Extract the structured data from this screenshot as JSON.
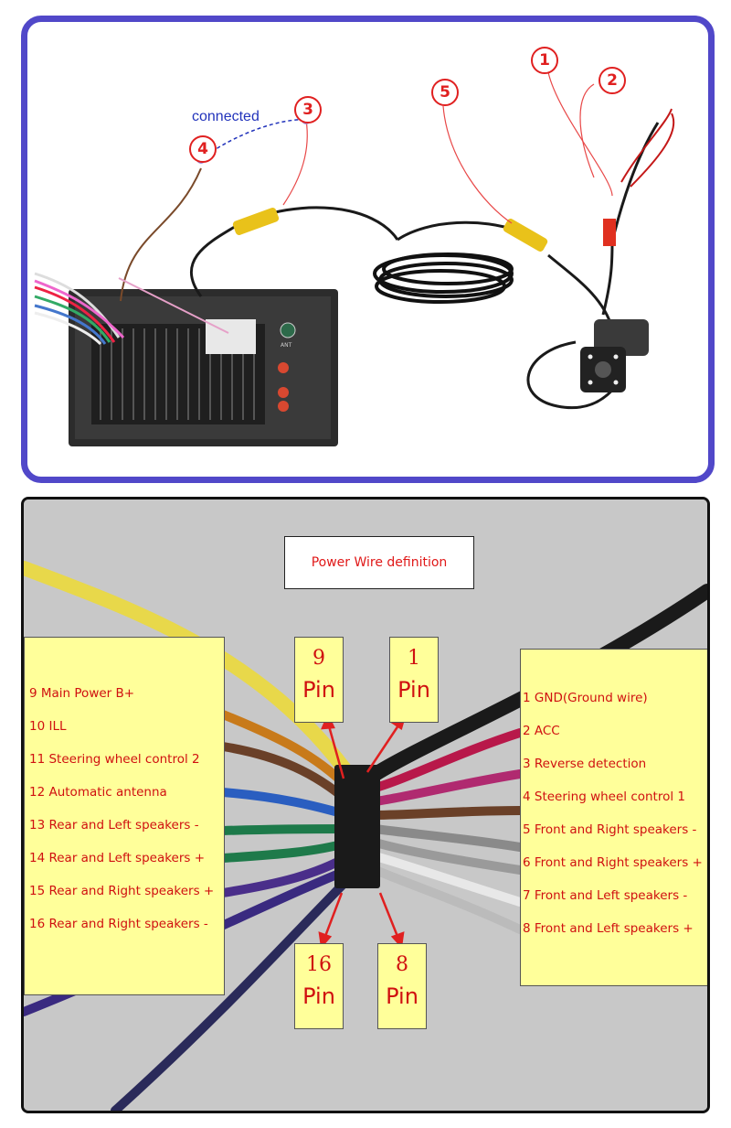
{
  "wiring_photo": {
    "connected_label": "connected",
    "callouts": [
      "1",
      "2",
      "3",
      "4",
      "5"
    ],
    "radio_labels": {
      "ant": "ANT"
    }
  },
  "power_wire": {
    "title": "Power Wire definition",
    "pins": [
      {
        "num": "9",
        "label": "Pin"
      },
      {
        "num": "1",
        "label": "Pin"
      },
      {
        "num": "16",
        "label": "Pin"
      },
      {
        "num": "8",
        "label": "Pin"
      }
    ],
    "left_definitions": [
      "9 Main Power B+",
      "10 ILL",
      "11 Steering wheel control 2",
      "12 Automatic antenna",
      "13 Rear and Left speakers -",
      "14 Rear and Left speakers +",
      "15 Rear and Right speakers +",
      "16 Rear and Right speakers -"
    ],
    "right_definitions": [
      "1 GND(Ground wire)",
      "2 ACC",
      "3 Reverse detection",
      "4 Steering wheel control 1",
      "5 Front and Right speakers -",
      "6 Front and Right speakers +",
      "7 Front and Left speakers -",
      "8 Front and Left speakers +"
    ],
    "colors": {
      "label_text": "#d01010",
      "box_fill": "#ffff9a",
      "frame_top": "#5148c9"
    }
  }
}
